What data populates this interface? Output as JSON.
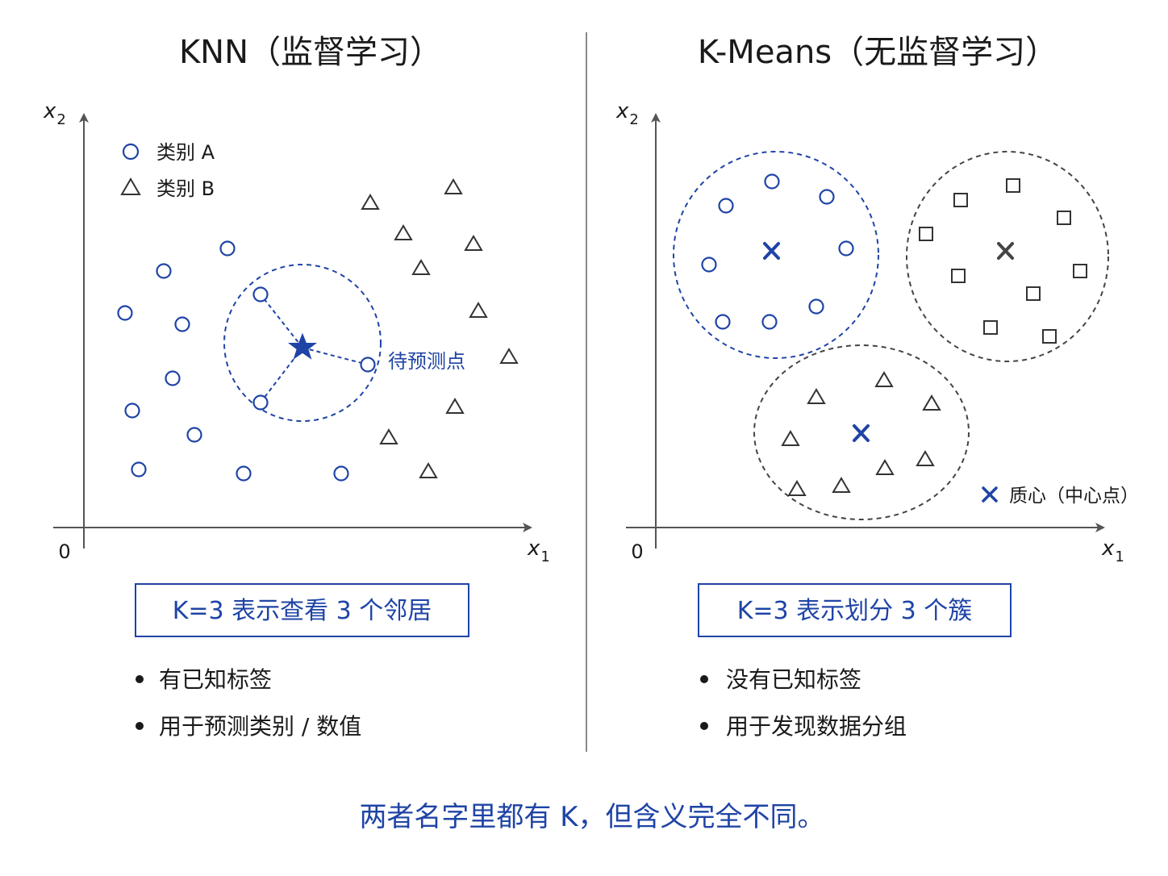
{
  "colors": {
    "blue": "#1f44a6",
    "dark": "#333333",
    "gray": "#777777",
    "divider": "#8a8a8a"
  },
  "left": {
    "title": "KNN（监督学习）",
    "axis": {
      "x_label": "x",
      "x_sub": "1",
      "y_label": "x",
      "y_sub": "2",
      "origin": "0"
    },
    "legend": [
      {
        "marker": "circle",
        "label": "类别 A"
      },
      {
        "marker": "triangle",
        "label": "类别 B"
      }
    ],
    "query_label": "待预测点",
    "k_box": "K=3 表示查看 3 个邻居",
    "bullets": [
      "有已知标签",
      "用于预测类别 / 数值"
    ]
  },
  "right": {
    "title": "K-Means（无监督学习）",
    "axis": {
      "x_label": "x",
      "x_sub": "1",
      "y_label": "x",
      "y_sub": "2",
      "origin": "0"
    },
    "centroid_label": "质心（中心点）",
    "k_box": "K=3 表示划分 3 个簇",
    "bullets": [
      "没有已知标签",
      "用于发现数据分组"
    ]
  },
  "footer": "两者名字里都有 K，但含义完全不同。"
}
